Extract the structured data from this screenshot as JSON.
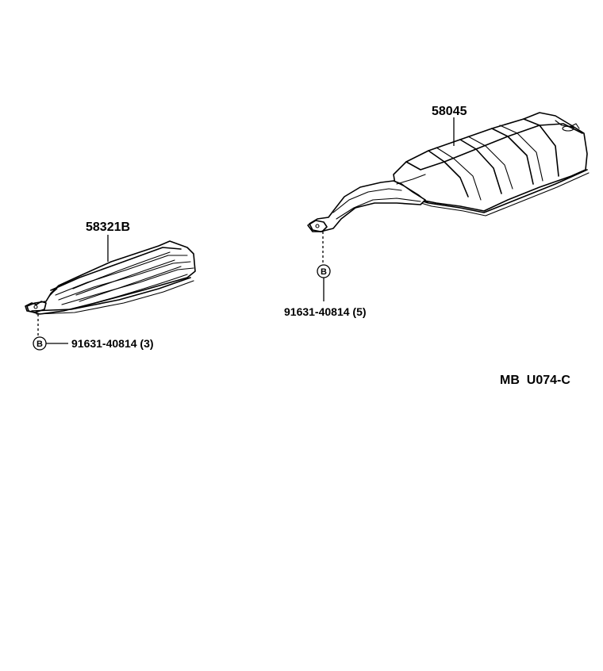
{
  "parts": {
    "left_cover": {
      "part_number": "58321B"
    },
    "right_cover": {
      "part_number": "58045"
    }
  },
  "fasteners": {
    "left": {
      "symbol": "B",
      "part_number": "91631-40814 (3)"
    },
    "right": {
      "symbol": "B",
      "part_number": "91631-40814 (5)"
    }
  },
  "diagram_code": "MB  U074-C"
}
